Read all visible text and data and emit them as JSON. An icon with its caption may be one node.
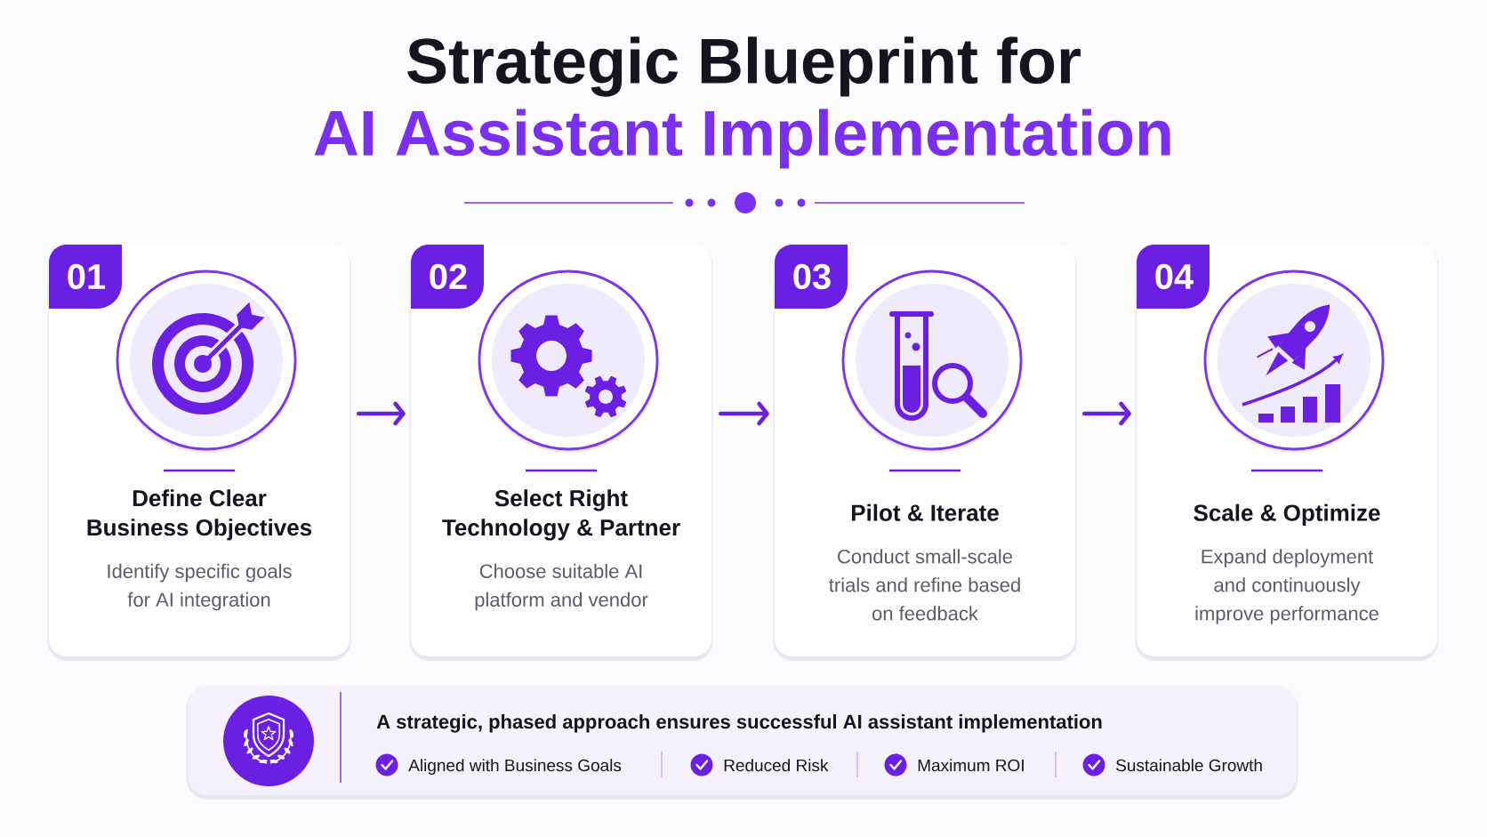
{
  "diagram": {
    "title": "Strategic Blueprint for",
    "nodes": [
      {
        "text": [
          "Define Clear Business Objectives",
          "Identify specific goals for AI integration"
        ]
      },
      {
        "text": [
          "01"
        ],
        "in": 0
      },
      {
        "text": [
          "Select Right Technology & Partner",
          "Choose suitable AI platform and vendor"
        ]
      },
      {
        "text": [
          "02"
        ],
        "in": 2
      },
      {
        "text": [
          "Pilot & Iterate",
          "Conduct small-scale trials and refine based on feedback"
        ]
      },
      {
        "text": [
          "03"
        ],
        "in": 4
      },
      {
        "text": [
          "Scale & Optimize",
          "Expand deployment and continuously improve performance"
        ]
      },
      {
        "text": [
          "04"
        ],
        "in": 6
      },
      {
        "text": [
          "A strategic, phased approach ensures successful AI assistant implementation",
          "Aligned with Business Goals",
          "Reduced Risk",
          "Maximum ROI",
          "Sustainable Growth"
        ]
      }
    ],
    "edges": [
      {
        "from": 0,
        "to": 2,
        "arrow": "to"
      },
      {
        "from": 2,
        "to": 4,
        "arrow": "to"
      },
      {
        "from": 4,
        "to": 6,
        "arrow": "to"
      }
    ],
    "labels": [
      "AI Assistant Implementation"
    ]
  }
}
